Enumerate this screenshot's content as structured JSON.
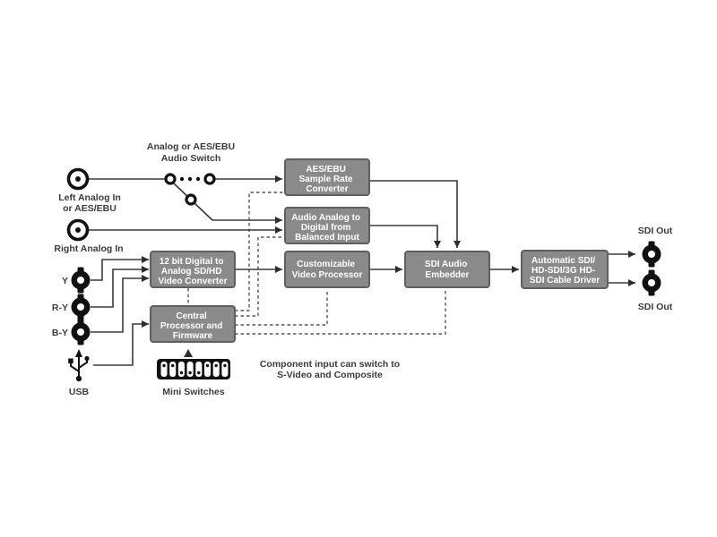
{
  "diagram": {
    "labels": {
      "audio_switch_line1": "Analog or AES/EBU",
      "audio_switch_line2": "Audio Switch",
      "left_analog_line1": "Left Analog In",
      "left_analog_line2": "or AES/EBU",
      "right_analog": "Right Analog In",
      "y_input": "Y",
      "ry_input": "R-Y",
      "by_input": "B-Y",
      "usb": "USB",
      "mini_switches": "Mini Switches",
      "sdi_out_top": "SDI Out",
      "sdi_out_bottom": "SDI Out",
      "note_line1": "Component input can switch to",
      "note_line2": "S-Video and Composite"
    },
    "boxes": {
      "sample_rate_converter": {
        "line1": "AES/EBU",
        "line2": "Sample Rate",
        "line3": "Converter"
      },
      "audio_adc": {
        "line1": "Audio Analog to",
        "line2": "Digital from",
        "line3": "Balanced Input"
      },
      "video_converter": {
        "line1": "12 bit Digital to",
        "line2": "Analog SD/HD",
        "line3": "Video Converter"
      },
      "video_processor": {
        "line1": "Customizable",
        "line2": "Video Processor"
      },
      "central_processor": {
        "line1": "Central",
        "line2": "Processor and",
        "line3": "Firmware"
      },
      "audio_embedder": {
        "line1": "SDI Audio",
        "line2": "Embedder"
      },
      "cable_driver": {
        "line1": "Automatic SDI/",
        "line2": "HD-SDI/3G HD-",
        "line3": "SDI Cable Driver"
      }
    },
    "icons": {
      "left_analog": "rca-connector-icon",
      "right_analog": "rca-connector-icon",
      "component_inputs": "bnc-connector-icon",
      "usb": "usb-icon",
      "mini_switches": "dip-switches-icon",
      "audio_switch": "toggle-switch-icon",
      "sdi_outputs": "bnc-connector-icon"
    },
    "colors": {
      "background": "#ffffff",
      "box_fill": "#8a8a8a",
      "box_border": "#5f5f5f",
      "box_text": "#ffffff",
      "solid_line": "#3a3a3a",
      "dashed_line": "#555555",
      "label_text": "#3b3b3b",
      "connector": "#111111"
    }
  }
}
